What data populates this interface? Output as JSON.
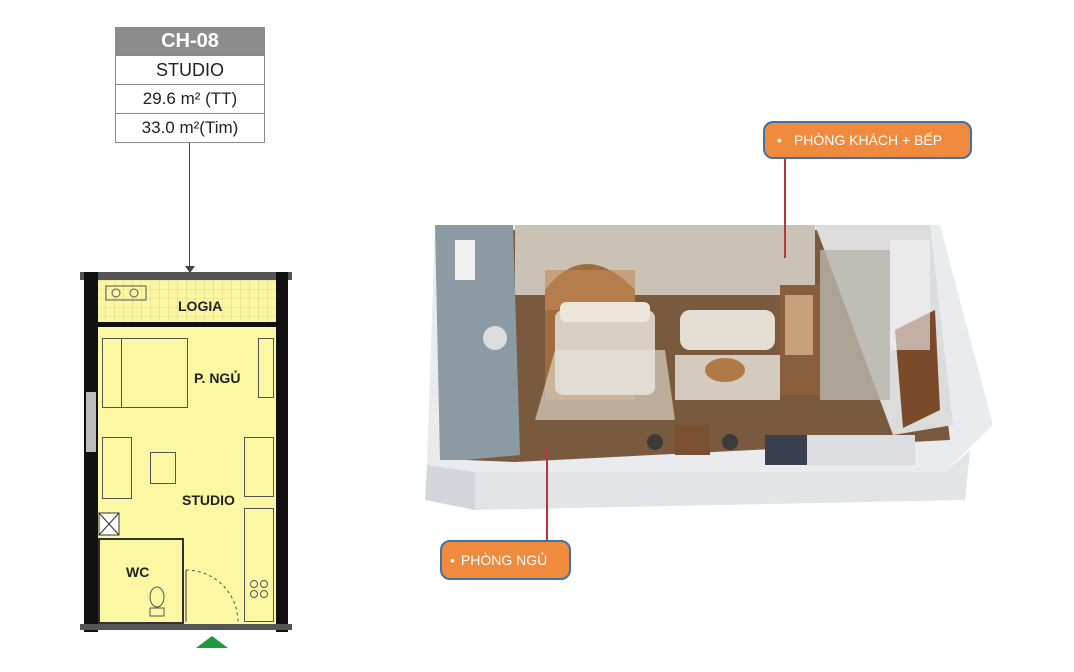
{
  "unit": {
    "code": "CH-08",
    "type": "STUDIO",
    "area_net": "29.6  m²  (TT)",
    "area_gross": "33.0  m²(Tim)"
  },
  "plan": {
    "labels": {
      "logia": "LOGIA",
      "bedroom": "P. NGỦ",
      "studio": "STUDIO",
      "wc": "WC"
    }
  },
  "callouts": {
    "living_kitchen": "PHÒNG KHÁCH + BẾP",
    "bedroom": "PHÒNG NGỦ",
    "bullet": "•"
  },
  "colors": {
    "plan_fill": "#fbf7a2",
    "callout_fill": "#f08a3c",
    "callout_border": "#3e72a8",
    "pointer_line": "#b5373a",
    "header_fill": "#8c8c8c",
    "entry_arrow": "#1f9a3a"
  }
}
